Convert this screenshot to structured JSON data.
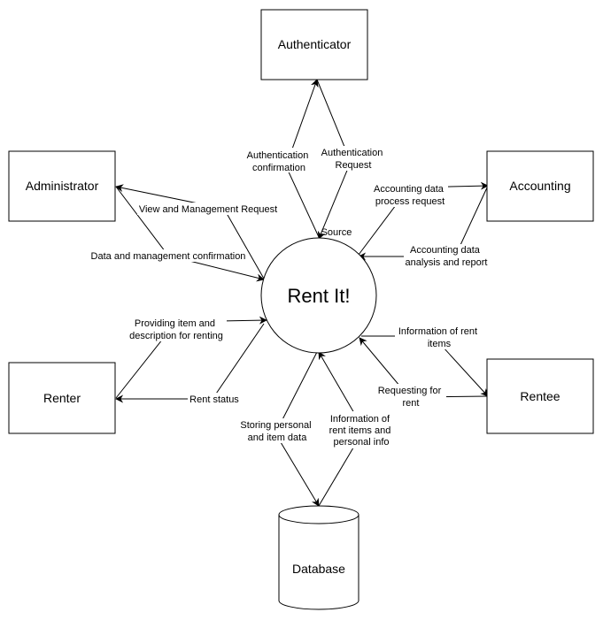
{
  "diagram": {
    "center": {
      "label": "Rent It!"
    },
    "nodes": {
      "authenticator": "Authenticator",
      "administrator": "Administrator",
      "accounting": "Accounting",
      "renter": "Renter",
      "rentee": "Rentee",
      "database": "Database"
    },
    "edges": {
      "auth_confirmation": [
        "Authentication",
        "confirmation"
      ],
      "auth_request": [
        "Authentication",
        "Request"
      ],
      "source": [
        "Source"
      ],
      "view_mgmt_request": [
        "View and Management Request"
      ],
      "data_mgmt_confirmation": [
        "Data and management confirmation"
      ],
      "accounting_process_request": [
        "Accounting data",
        "process request"
      ],
      "accounting_analysis_report": [
        "Accounting data",
        "analysis and report"
      ],
      "providing_item": [
        "Providing item and",
        "description for renting"
      ],
      "rent_status": [
        "Rent status"
      ],
      "info_rent_items_rentee": [
        "Information of rent",
        "items"
      ],
      "requesting_for_rent": [
        "Requesting for",
        "rent"
      ],
      "storing_data": [
        "Storing personal",
        "and item data"
      ],
      "info_rent_items_db": [
        "Information of",
        "rent items and",
        "personal info"
      ]
    }
  }
}
